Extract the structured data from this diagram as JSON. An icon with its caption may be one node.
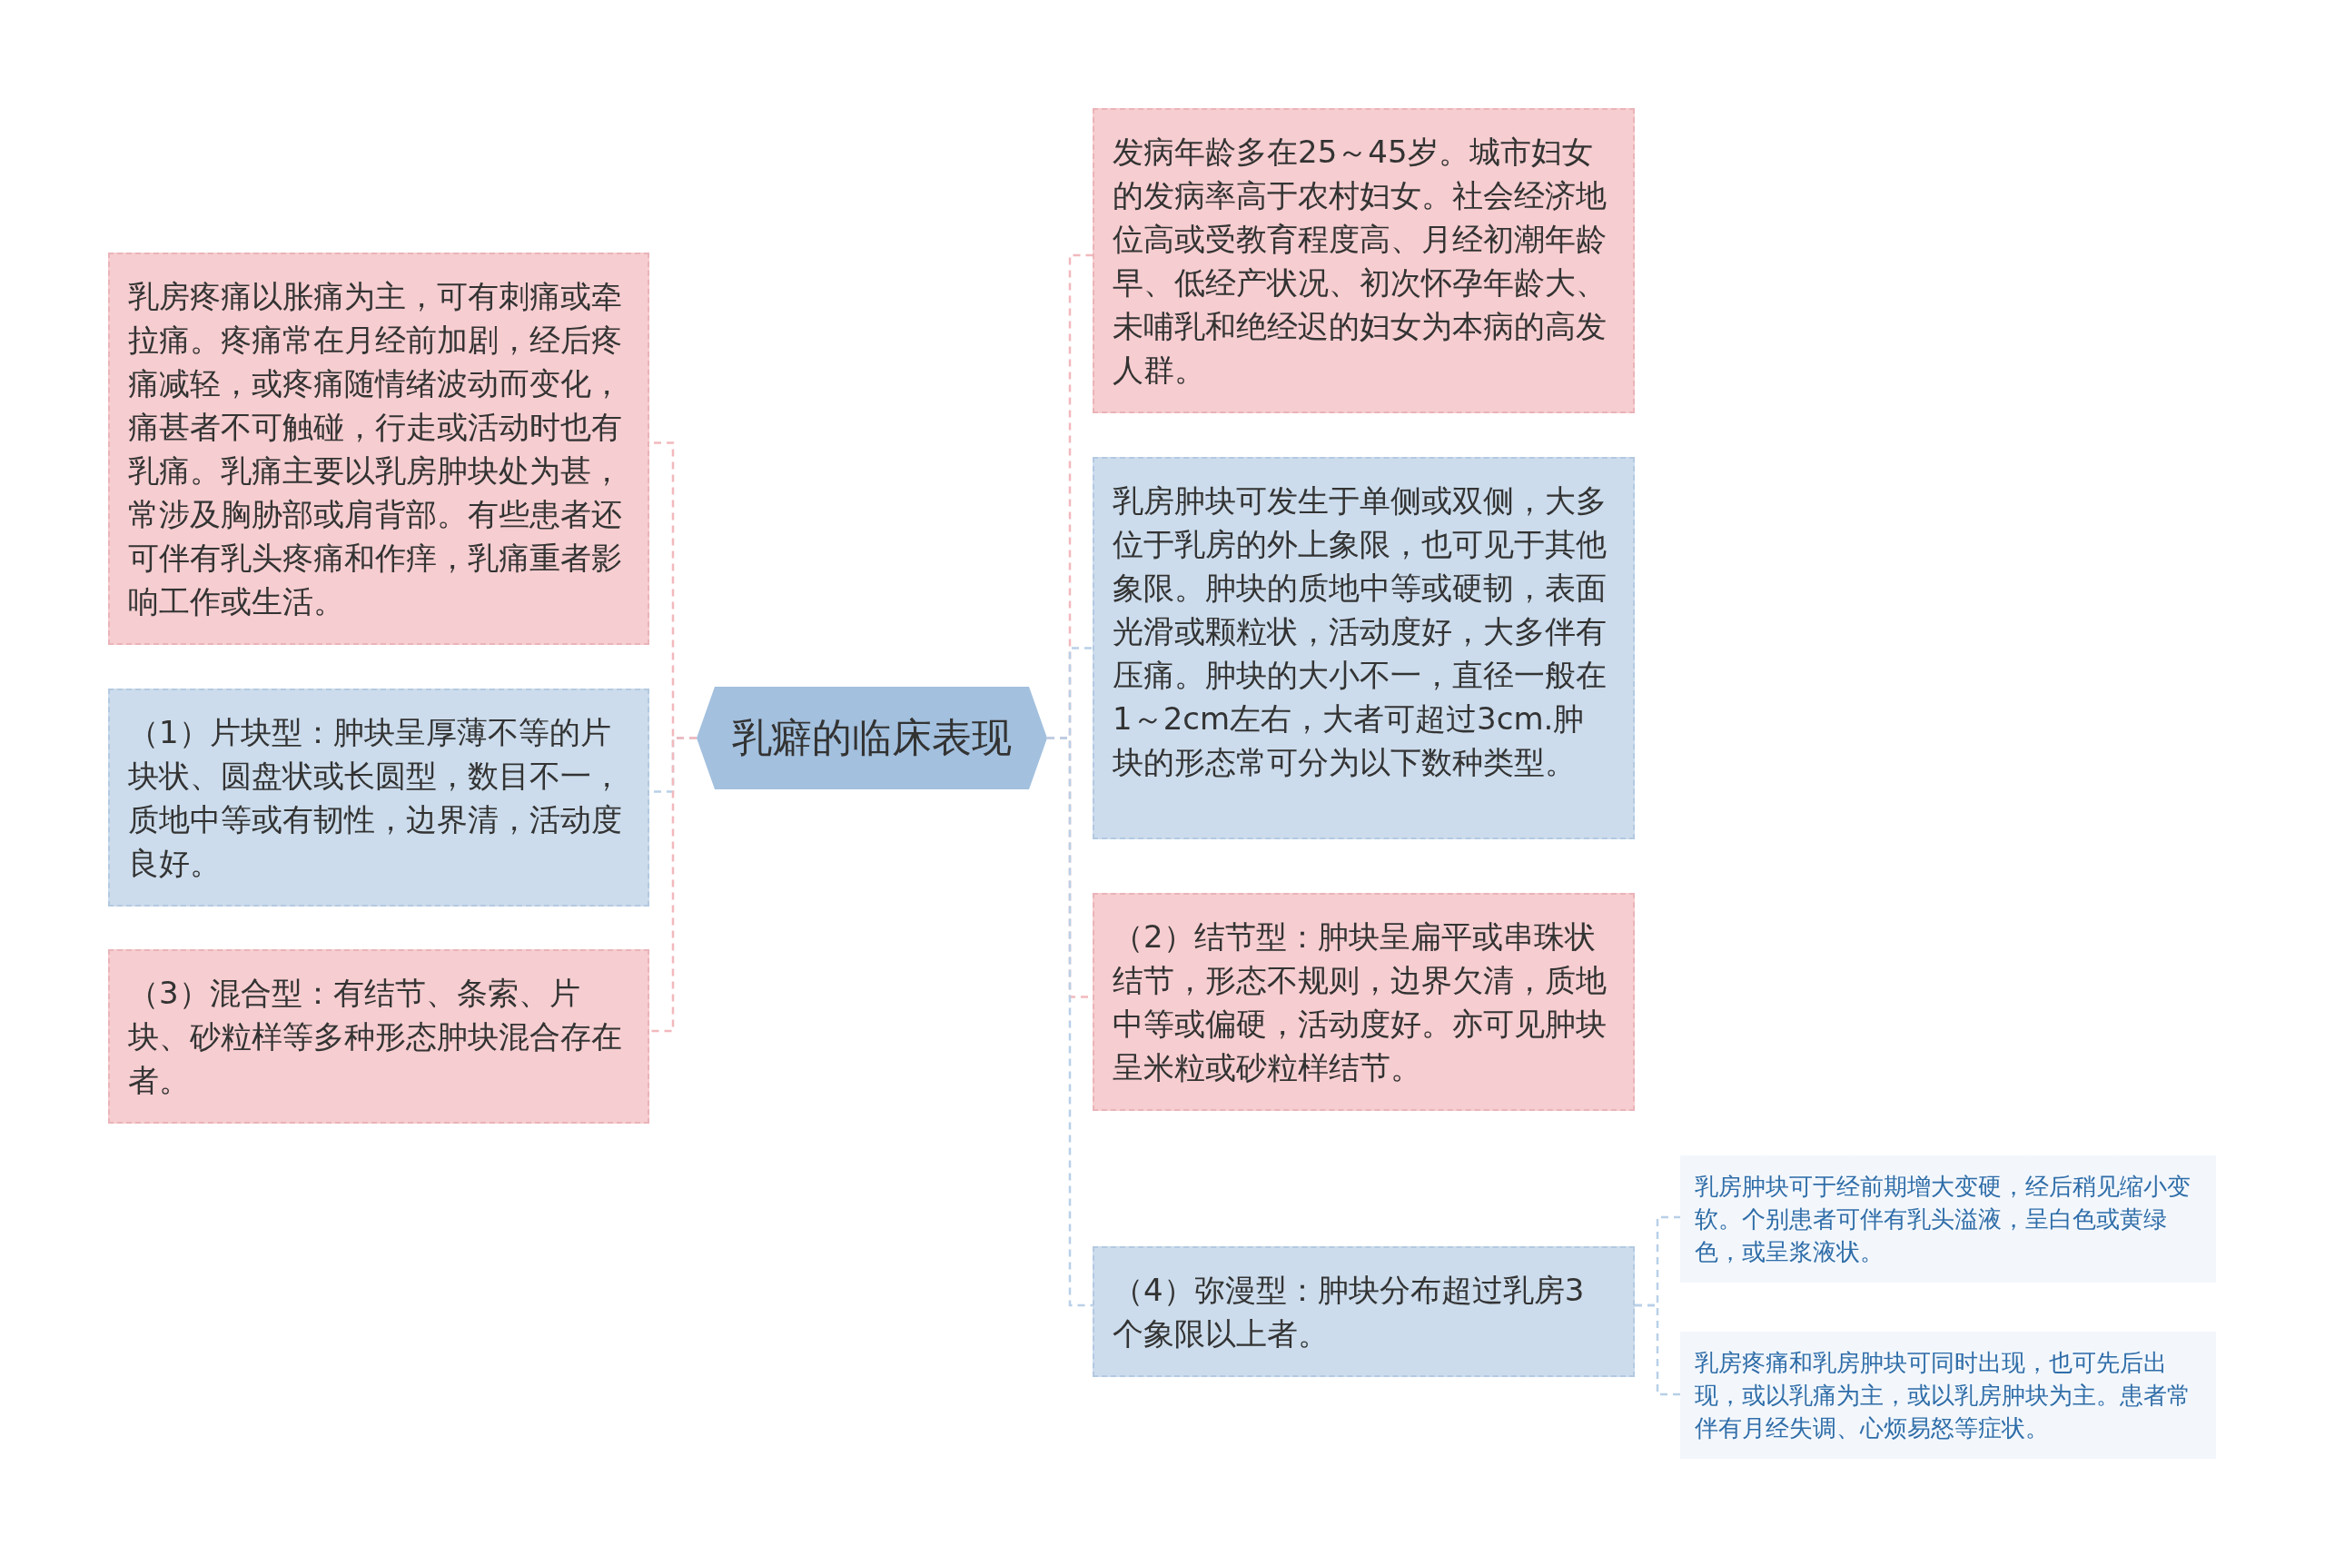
{
  "diagram": {
    "nodes": [
      {
        "text": [
          "乳癖的临床表现"
        ]
      },
      {
        "text": [
          "乳房疼痛以胀痛为主，可有刺痛或牵拉痛。疼痛常在月经前加剧，经后疼痛减轻，或疼痛随情绪波动而变化，痛甚者不可触碰，行走或活动时也有乳痛。乳痛主要以乳房肿块处为甚，常涉及胸胁部或肩背部。有些患者还可伴有乳头疼痛和作痒，乳痛重者影响工作或生活。"
        ]
      },
      {
        "text": [
          "（1）片块型：肿块呈厚薄不等的片块状、圆盘状或长圆型，数目不一，质地中等或有韧性，边界清，活动度良好。"
        ]
      },
      {
        "text": [
          "（3）混合型：有结节、条索、片块、砂粒样等多种形态肿块混合存在者。"
        ]
      },
      {
        "text": [
          "发病年龄多在25～45岁。城市妇女的发病率高于农村妇女。社会经济地位高或受教育程度高、月经初潮年龄早、低经产状况、初次怀孕年龄大、未哺乳和绝经迟的妇女为本病的高发人群。"
        ]
      },
      {
        "text": [
          "乳房肿块可发生于单侧或双侧，大多位于乳房的外上象限，也可见于其他象限。肿块的质地中等或硬韧，表面光滑或颗粒状，活动度好，大多伴有压痛。肿块的大小不一，直径一般在1～2cm左右，大者可超过3cm.肿块的形态常可分为以下数种类型。"
        ]
      },
      {
        "text": [
          "（2）结节型：肿块呈扁平或串珠状结节，形态不规则，边界欠清，质地中等或偏硬，活动度好。亦可见肿块呈米粒或砂粒样结节。"
        ]
      },
      {
        "text": [
          "（4）弥漫型：肿块分布超过乳房3个象限以上者。"
        ]
      },
      {
        "text": [
          "乳房肿块可于经前期增大变硬，经后稍见缩小变软。个别患者可伴有乳头溢液，呈白色或黄绿色，或呈浆液状。"
        ]
      },
      {
        "text": [
          "乳房疼痛和乳房肿块可同时出现，也可先后出现，或以乳痛为主，或以乳房肿块为主。患者常伴有月经失调、心烦易怒等症状。"
        ]
      }
    ],
    "edges": [
      {
        "from": 0,
        "to": 1,
        "arrow": "none",
        "style": "dashed",
        "color": "#f2b9bd"
      },
      {
        "from": 0,
        "to": 2,
        "arrow": "none",
        "style": "dashed",
        "color": "#b9d0e8"
      },
      {
        "from": 0,
        "to": 3,
        "arrow": "none",
        "style": "dashed",
        "color": "#f2b9bd"
      },
      {
        "from": 0,
        "to": 4,
        "arrow": "none",
        "style": "dashed",
        "color": "#f2b9bd"
      },
      {
        "from": 0,
        "to": 5,
        "arrow": "none",
        "style": "dashed",
        "color": "#b9d0e8"
      },
      {
        "from": 0,
        "to": 6,
        "arrow": "none",
        "style": "dashed",
        "color": "#f2b9bd"
      },
      {
        "from": 0,
        "to": 7,
        "arrow": "none",
        "style": "dashed",
        "color": "#b9d0e8"
      },
      {
        "from": 7,
        "to": 8,
        "arrow": "none",
        "style": "dashed",
        "color": "#b9d0e8"
      },
      {
        "from": 7,
        "to": 9,
        "arrow": "none",
        "style": "dashed",
        "color": "#b9d0e8"
      }
    ]
  }
}
